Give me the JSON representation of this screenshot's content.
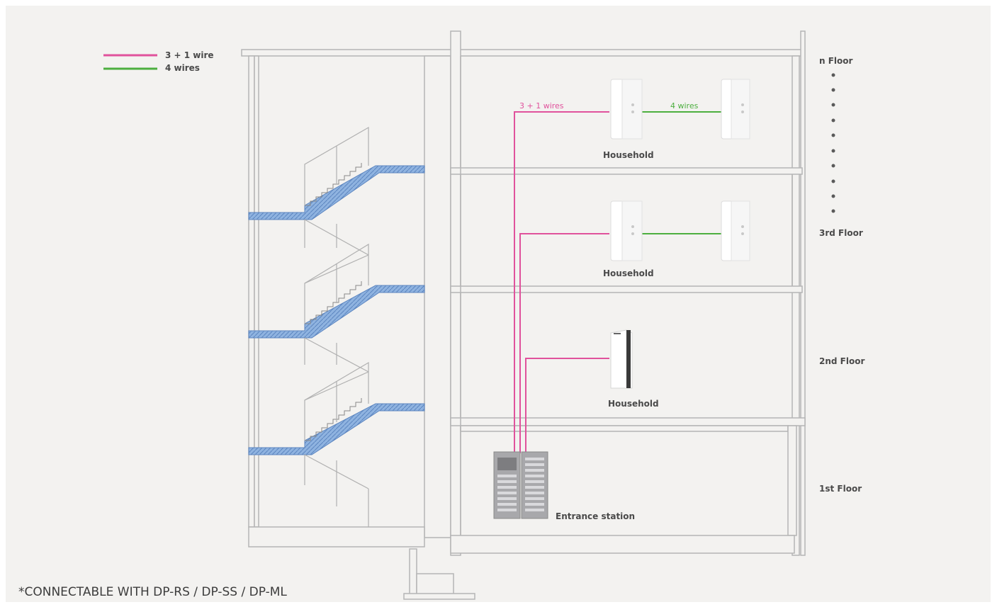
{
  "legend": {
    "items": [
      {
        "label": "3 + 1 wire",
        "color": "#e0529c"
      },
      {
        "label": "4 wires",
        "color": "#4caf3f"
      }
    ]
  },
  "floors": {
    "n": "n Floor",
    "third": "3rd Floor",
    "second": "2nd Floor",
    "first": "1st Floor"
  },
  "devices": {
    "household_top": "Household",
    "household_mid": "Household",
    "household_second": "Household",
    "entrance": "Entrance station"
  },
  "wires": {
    "pink_label": "3 + 1 wires",
    "green_label": "4 wires"
  },
  "colors": {
    "pink": "#e0529c",
    "green": "#4caf3f",
    "wall": "#bdbdbd",
    "stair": "#7aa6d8"
  },
  "footnote": "*CONNECTABLE WITH DP-RS / DP-SS / DP-ML"
}
